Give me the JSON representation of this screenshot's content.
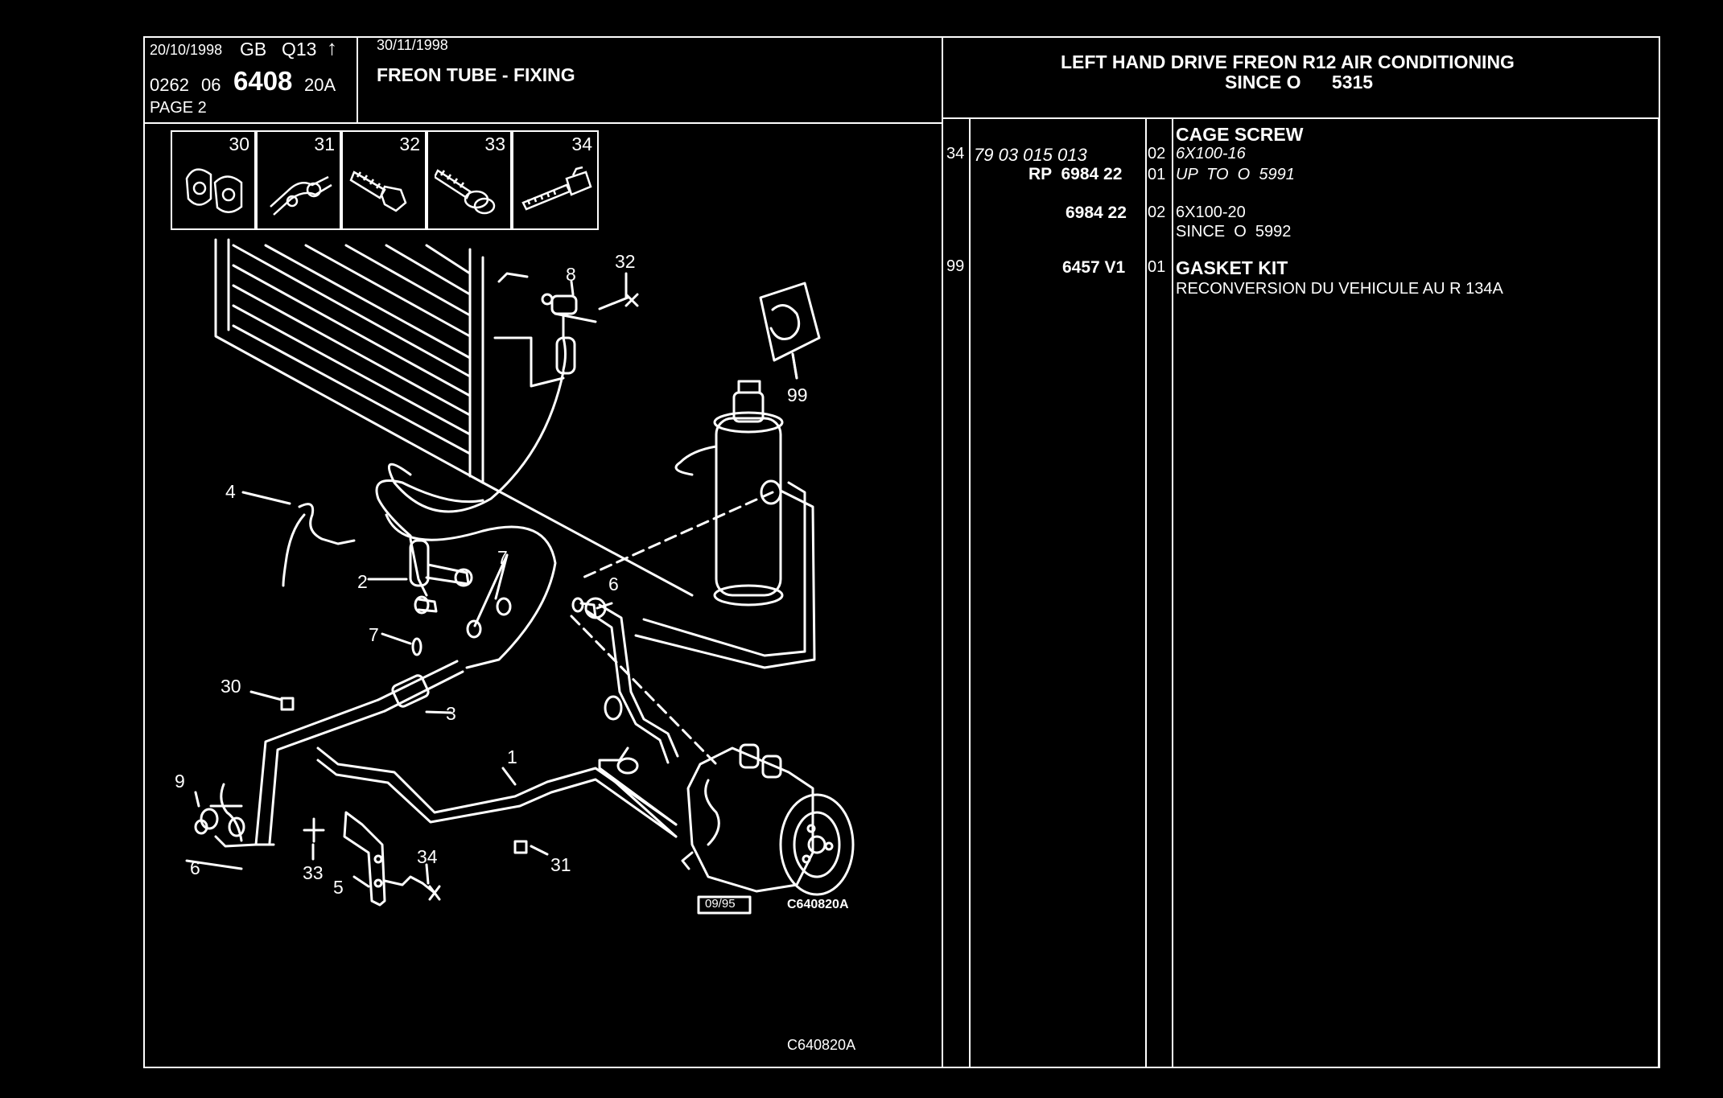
{
  "header": {
    "date1": "20/10/1998",
    "lang": "GB",
    "code": "Q13",
    "ref_prefix": "0262",
    "ref_group": "06",
    "ref_main": "6408",
    "ref_suffix": "20A",
    "page": "PAGE 2",
    "date2": "30/11/1998",
    "section_title": "FREON TUBE - FIXING",
    "main_title_line1": "LEFT HAND DRIVE FREON R12 AIR CONDITIONING",
    "main_title_line2": "SINCE O      5315"
  },
  "tiles": [
    "30",
    "31",
    "32",
    "33",
    "34"
  ],
  "callouts": {
    "c1": "1",
    "c2": "2",
    "c3": "3",
    "c4": "4",
    "c5": "5",
    "c6a": "6",
    "c6b": "6",
    "c7a": "7",
    "c7b": "7",
    "c8": "8",
    "c9": "9",
    "c30": "30",
    "c31": "31",
    "c32": "32",
    "c33": "33",
    "c34": "34",
    "c99": "99"
  },
  "diagram": {
    "date_box": "09/95",
    "code_inner": "C640820A",
    "code_outer": "C640820A"
  },
  "parts": [
    {
      "ref": "34",
      "lines": [
        {
          "part": "",
          "qty": "",
          "desc": "CAGE SCREW",
          "bold": true
        },
        {
          "part": "79 03 015 013",
          "qty": "02",
          "desc": "6X100-16",
          "italic": true
        },
        {
          "part": "RP  6984 22",
          "qty": "01",
          "desc": "UP  TO  O  5991",
          "italic": true
        }
      ]
    },
    {
      "ref": "",
      "lines": [
        {
          "part": "6984 22",
          "qty": "02",
          "desc": "6X100-20"
        },
        {
          "part": "",
          "qty": "",
          "desc": "SINCE  O  5992"
        }
      ]
    },
    {
      "ref": "99",
      "lines": [
        {
          "part": "6457 V1",
          "qty": "01",
          "desc": "GASKET KIT",
          "bold": true
        },
        {
          "part": "",
          "qty": "",
          "desc": "RECONVERSION DU VEHICULE AU R 134A"
        }
      ]
    }
  ]
}
